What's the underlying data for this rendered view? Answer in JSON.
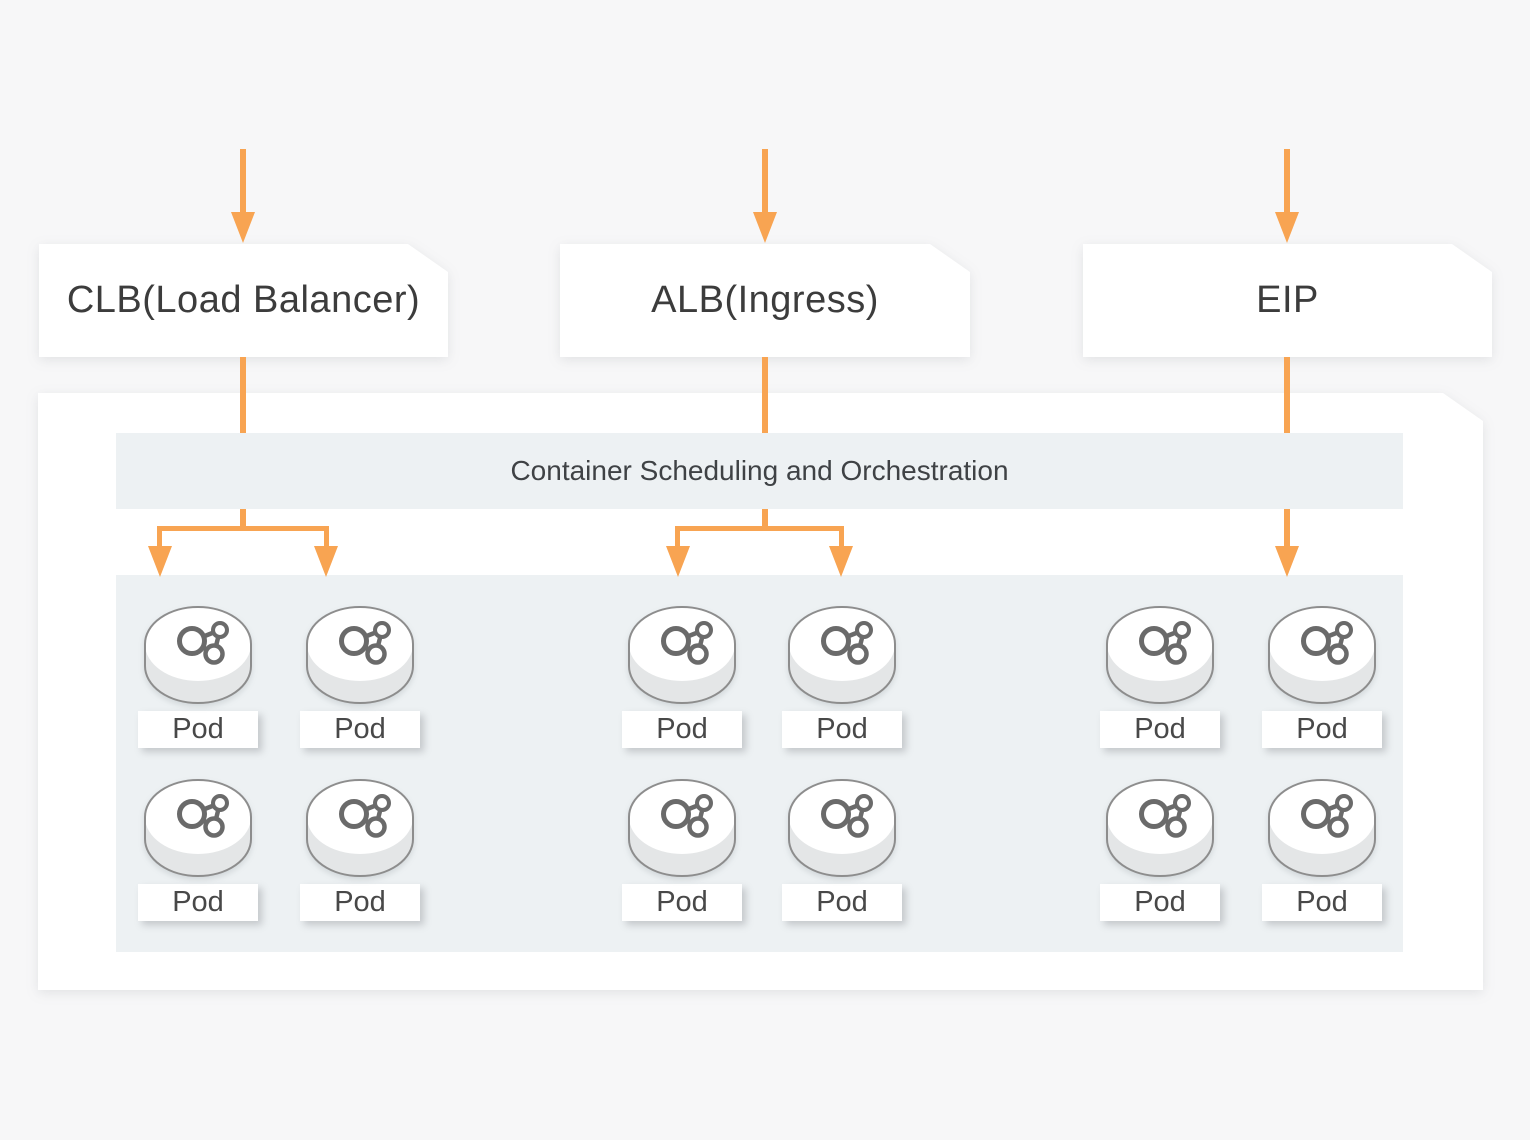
{
  "diagram": {
    "background_color": "#f7f7f8",
    "accent_color": "#f8a452",
    "surface_color": "#edf1f3",
    "entry_nodes": [
      {
        "label": "CLB(Load Balancer)"
      },
      {
        "label": "ALB(Ingress)"
      },
      {
        "label": "EIP"
      }
    ],
    "cluster": {
      "banner_label": "Container Scheduling and Orchestration",
      "groups": [
        {
          "pods": [
            "Pod",
            "Pod",
            "Pod",
            "Pod"
          ]
        },
        {
          "pods": [
            "Pod",
            "Pod",
            "Pod",
            "Pod"
          ]
        },
        {
          "pods": [
            "Pod",
            "Pod",
            "Pod",
            "Pod"
          ]
        }
      ]
    }
  }
}
